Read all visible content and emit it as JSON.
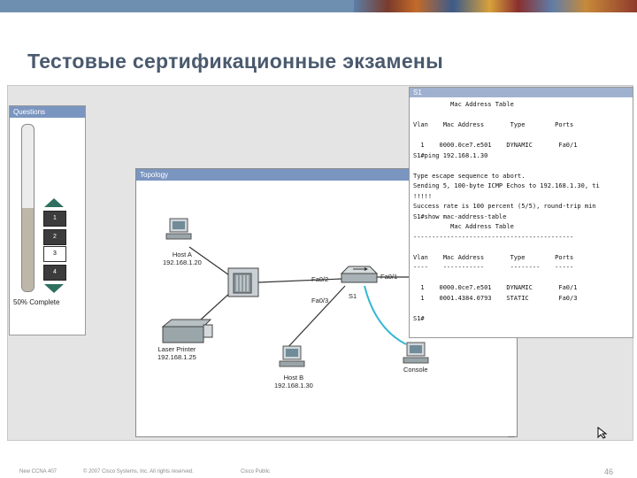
{
  "slide": {
    "title": "Тестовые сертификационные экзамены"
  },
  "questions_panel": {
    "header": "Questions",
    "progress_fraction": 0.5,
    "progress_label": "50% Complete",
    "buttons": [
      {
        "label": "1",
        "state": "done"
      },
      {
        "label": "2",
        "state": "done"
      },
      {
        "label": "3",
        "state": "current"
      },
      {
        "label": "4",
        "state": "done"
      }
    ]
  },
  "topology": {
    "header": "Topology",
    "devices": {
      "host_a": {
        "name": "Host A",
        "ip": "192.168.1.20"
      },
      "laser_printer": {
        "name": "Laser Printer",
        "ip": "192.168.1.25"
      },
      "host_b": {
        "name": "Host B",
        "ip": "192.168.1.30"
      },
      "switch": {
        "name": "S1"
      },
      "console": {
        "name": "Console"
      }
    },
    "ports": {
      "fa0_2": "Fa0/2",
      "fa0_3": "Fa0/3",
      "fa0_1": "Fa0/1"
    }
  },
  "terminal": {
    "header": "S1",
    "lines": [
      "          Mac Address Table",
      "",
      "Vlan    Mac Address       Type        Ports",
      "",
      "  1    0000.0ce7.e501    DYNAMIC       Fa0/1",
      "S1#ping 192.168.1.30",
      "",
      "Type escape sequence to abort.",
      "Sending 5, 100-byte ICMP Echos to 192.168.1.30, ti",
      "!!!!!",
      "Success rate is 100 percent (5/5), round-trip min",
      "S1#show mac-address-table",
      "          Mac Address Table",
      "-------------------------------------------",
      "",
      "Vlan    Mac Address       Type        Ports",
      "----    -----------       --------    -----",
      "",
      "  1    0000.0ce7.e501    DYNAMIC       Fa0/1",
      "  1    0001.4384.0793    STATIC        Fa0/3",
      "",
      "S1#"
    ]
  },
  "footer": {
    "course": "New CCNA 407",
    "copyright": "© 2007 Cisco Systems, Inc. All rights reserved.",
    "classification": "Cisco Public",
    "page": "46"
  },
  "colors": {
    "window_header": "#7a95c0",
    "title": "#4a5a6e",
    "console_cable": "#35b6d6"
  }
}
